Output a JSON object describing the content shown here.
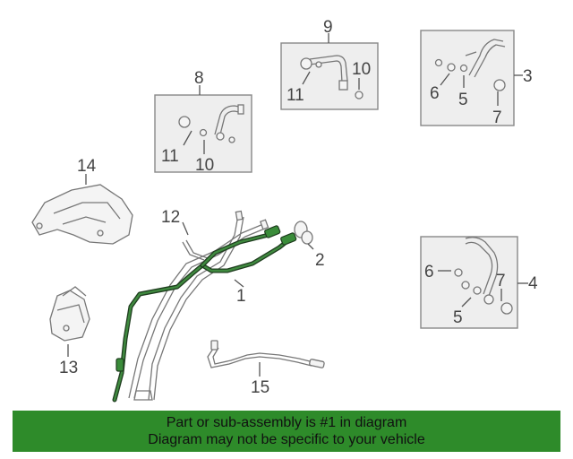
{
  "diagram": {
    "callouts": {
      "c1": "1",
      "c2": "2",
      "c3": "3",
      "c4": "4",
      "c5a": "5",
      "c5b": "5",
      "c6a": "6",
      "c6b": "6",
      "c7a": "7",
      "c7b": "7",
      "c8": "8",
      "c9": "9",
      "c10a": "10",
      "c10b": "10",
      "c11a": "11",
      "c11b": "11",
      "c12": "12",
      "c13": "13",
      "c14": "14",
      "c15": "15"
    },
    "highlight_color": "#2e8b2a"
  },
  "banner": {
    "line1": "Part or sub-assembly is #1 in diagram",
    "line2": "Diagram may not be specific to your vehicle"
  }
}
